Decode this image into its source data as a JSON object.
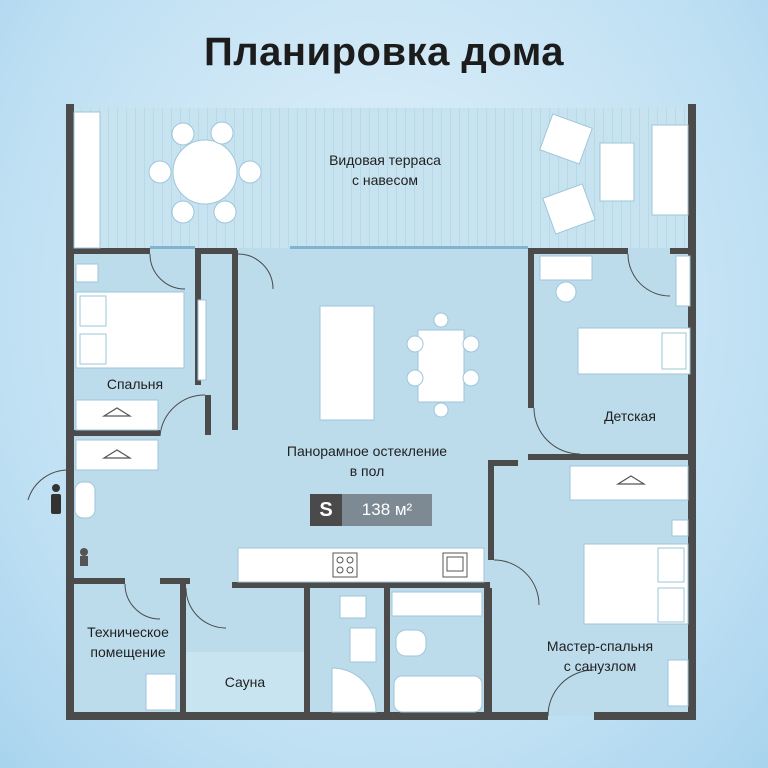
{
  "title": "Планировка дома",
  "rooms": {
    "terrace": [
      "Видовая терраса",
      "с навесом"
    ],
    "bedroom": "Спальня",
    "kids": "Детская",
    "living": [
      "Панорамное остекление",
      "в пол"
    ],
    "technical": [
      "Техническое",
      "помещение"
    ],
    "sauna": "Сауна",
    "master": [
      "Мастер-спальня",
      "с санузлом"
    ]
  },
  "area": {
    "symbol": "S",
    "value": "138 м²"
  },
  "colors": {
    "wall": "#4b4b4b",
    "floor": "#bcdcec",
    "deck": "#c6e2ef",
    "furniture": "#ffffff",
    "badge_dark": "#4a4a4a",
    "badge_light": "#7d8a93"
  },
  "icons": [
    "person-icon",
    "plant-icon",
    "stove-icon",
    "sink-icon",
    "toilet-icon",
    "bathtub-icon",
    "shower-icon",
    "hanger-icon"
  ]
}
